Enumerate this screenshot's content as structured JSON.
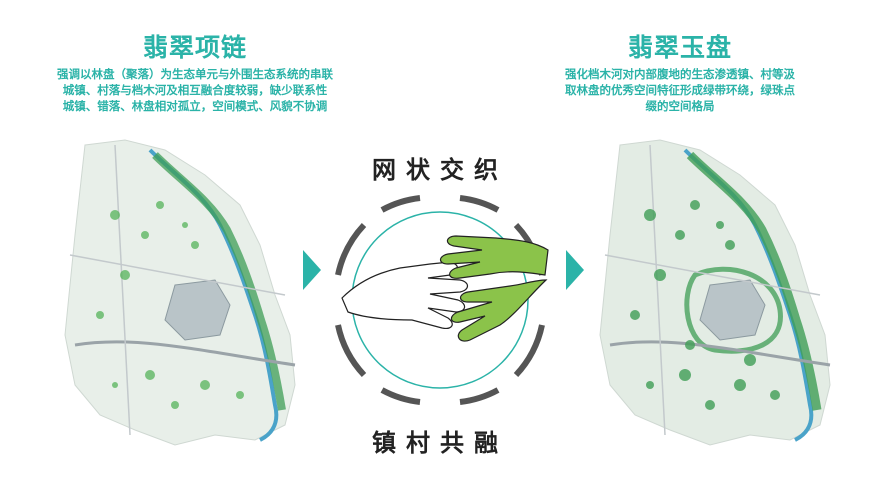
{
  "left_panel": {
    "title": "翡翠项链",
    "desc_lines": [
      "强调以林盘（聚落）为生态单元与外围生态系统的串联",
      "城镇、村落与档木河及相互融合度较弱，缺少联系性",
      "城镇、错落、林盘相对孤立，空间模式、风貌不协调"
    ]
  },
  "right_panel": {
    "title": "翡翠玉盘",
    "desc_lines": [
      "强化档木河对内部腹地的生态渗透镇、村等汲",
      "取林盘的优秀空间特征形成绿带环绕，绿珠点",
      "缀的空间格局"
    ]
  },
  "center": {
    "top_text": "网状交织",
    "bottom_text": "镇村共融"
  },
  "colors": {
    "accent": "#2bb3a8",
    "hand_green": "#8bc34a",
    "map_green": "#3f9e55",
    "river": "#4aa3c9"
  }
}
